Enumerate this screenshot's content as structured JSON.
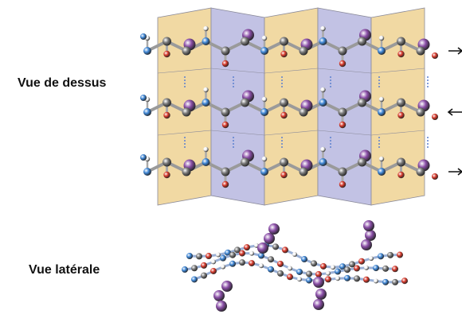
{
  "labels": {
    "top_view": "Vue de dessus",
    "side_view": "Vue latérale"
  },
  "strand_directions": [
    "right",
    "left",
    "right"
  ],
  "colors": {
    "panel_yellow": "#f1d9a3",
    "panel_blue": "#c2c2e4",
    "panel_edge": "#8a8a9a",
    "carbon": "#7b7b7b",
    "oxygen": "#d83a2c",
    "nitrogen": "#3f87d6",
    "hydrogen": "#f4f4f4",
    "side_chain": "#8b4fa8",
    "h_bond": "#5a7fcf"
  }
}
